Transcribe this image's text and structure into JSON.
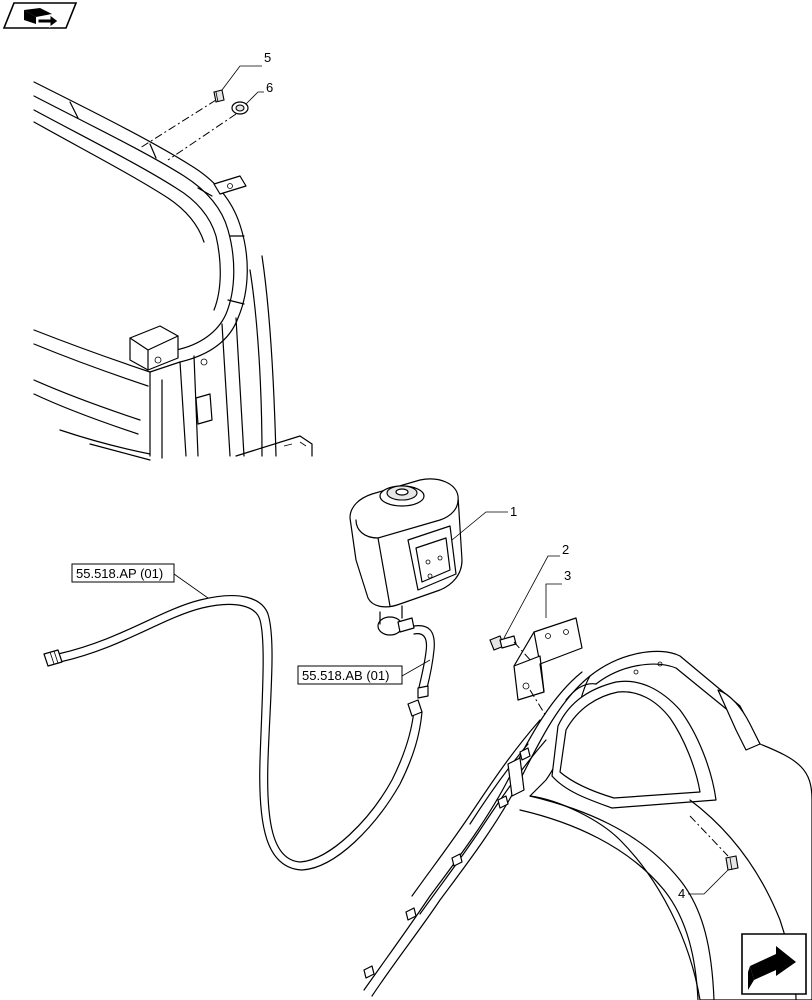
{
  "nav": {
    "top_icon": "book-arrow-icon",
    "bottom_icon": "next-arrow-icon"
  },
  "callouts": {
    "c1": "1",
    "c2": "2",
    "c3": "3",
    "c4": "4",
    "c5": "5",
    "c6": "6"
  },
  "references": {
    "hose_long": "55.518.AP (01)",
    "hose_short": "55.518.AB (01)"
  }
}
